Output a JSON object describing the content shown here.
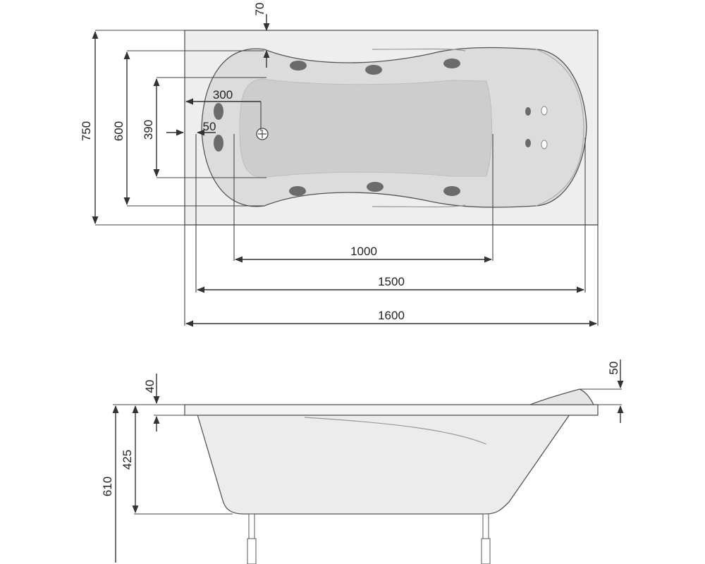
{
  "colors": {
    "background": "#ffffff",
    "rim": "#eeeeee",
    "basin_outer": "#dcdcdc",
    "basin_inner": "#cdcdcd",
    "jet": "#6b6b6b",
    "line": "#333333"
  },
  "top_view": {
    "dimensions": {
      "overall_length": "1600",
      "outer_length": "1500",
      "bottom_length": "1000",
      "overall_width": "750",
      "inner_width": "600",
      "bottom_width": "390",
      "drain_offset": "300",
      "jet_offset": "50",
      "rim_offset": "70"
    },
    "icons": [
      "drain-icon",
      "jet-icon",
      "control-button-icon"
    ]
  },
  "side_view": {
    "dimensions": {
      "total_height": "610",
      "inner_depth": "425",
      "rim_thickness": "40",
      "headrest_height": "50"
    },
    "icons": [
      "support-leg-icon"
    ]
  }
}
